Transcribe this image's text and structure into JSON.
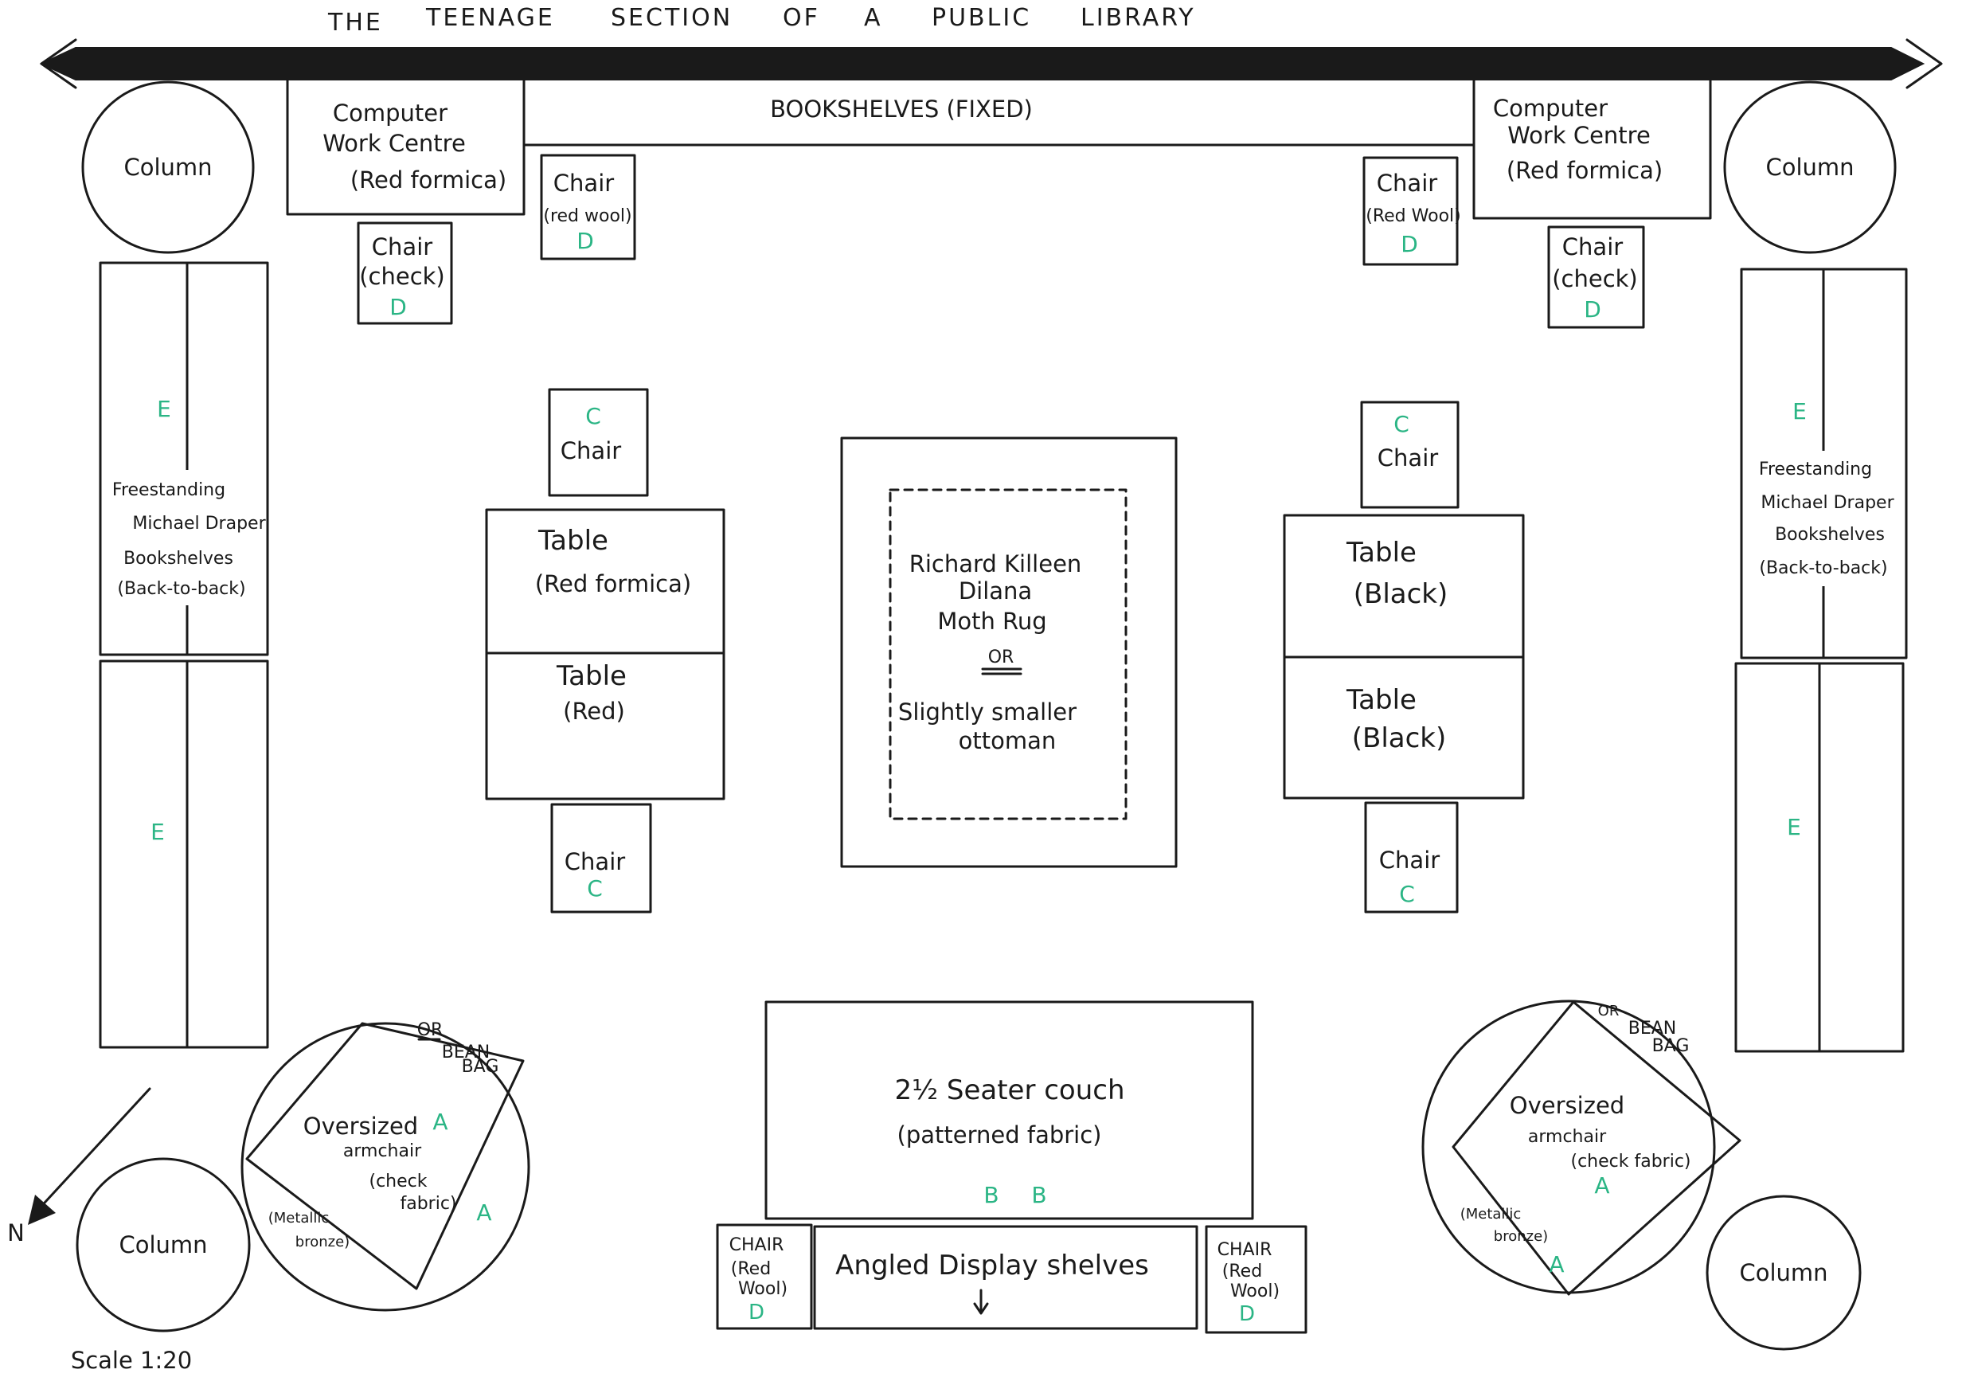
{
  "title_words": [
    "THE",
    "TEENAGE",
    "SECTION",
    "OF",
    "A",
    "PUBLIC",
    "LIBRARY"
  ],
  "bookshelves_fixed": "BOOKSHELVES (FIXED)",
  "column": "Column",
  "computer_centre": [
    "Computer",
    "Work Centre",
    "(Red formica)"
  ],
  "chair_check": [
    "Chair",
    "(check)"
  ],
  "chair_red_wool_tl": [
    "Chair",
    "(red wool)"
  ],
  "chair_red_wool_tr": [
    "Chair",
    "(Red Wool)"
  ],
  "chair": "Chair",
  "freestanding": [
    "Freestanding",
    "Michael Draper",
    "Bookshelves",
    "(Back-to-back)"
  ],
  "table_red_formica": [
    "Table",
    "(Red formica)"
  ],
  "table_red": [
    "Table",
    "(Red)"
  ],
  "table_black": [
    "Table",
    "(Black)"
  ],
  "rug": [
    "Richard Killeen",
    "Dilana",
    "Moth Rug",
    "OR",
    "Slightly smaller",
    "ottoman"
  ],
  "couch": [
    "2½ Seater couch",
    "(patterned fabric)"
  ],
  "display_shelves": "Angled Display shelves",
  "chair_bottom": [
    "CHAIR",
    "(Red",
    "Wool)"
  ],
  "bean_bag": [
    "OR",
    "BEAN",
    "BAG"
  ],
  "armchair_left": [
    "Oversized",
    "armchair",
    "(check",
    "fabric)"
  ],
  "armchair_right": [
    "Oversized",
    "armchair",
    "(check fabric)"
  ],
  "metallic": [
    "(Metallic",
    "bronze)"
  ],
  "north": "N",
  "scale": "Scale 1:20",
  "tags": {
    "a": "A",
    "b": "B",
    "c": "C",
    "d": "D",
    "e": "E"
  },
  "colors": {
    "ink": "#1a1a1a",
    "tag": "#2bb585",
    "paper": "#ffffff"
  }
}
